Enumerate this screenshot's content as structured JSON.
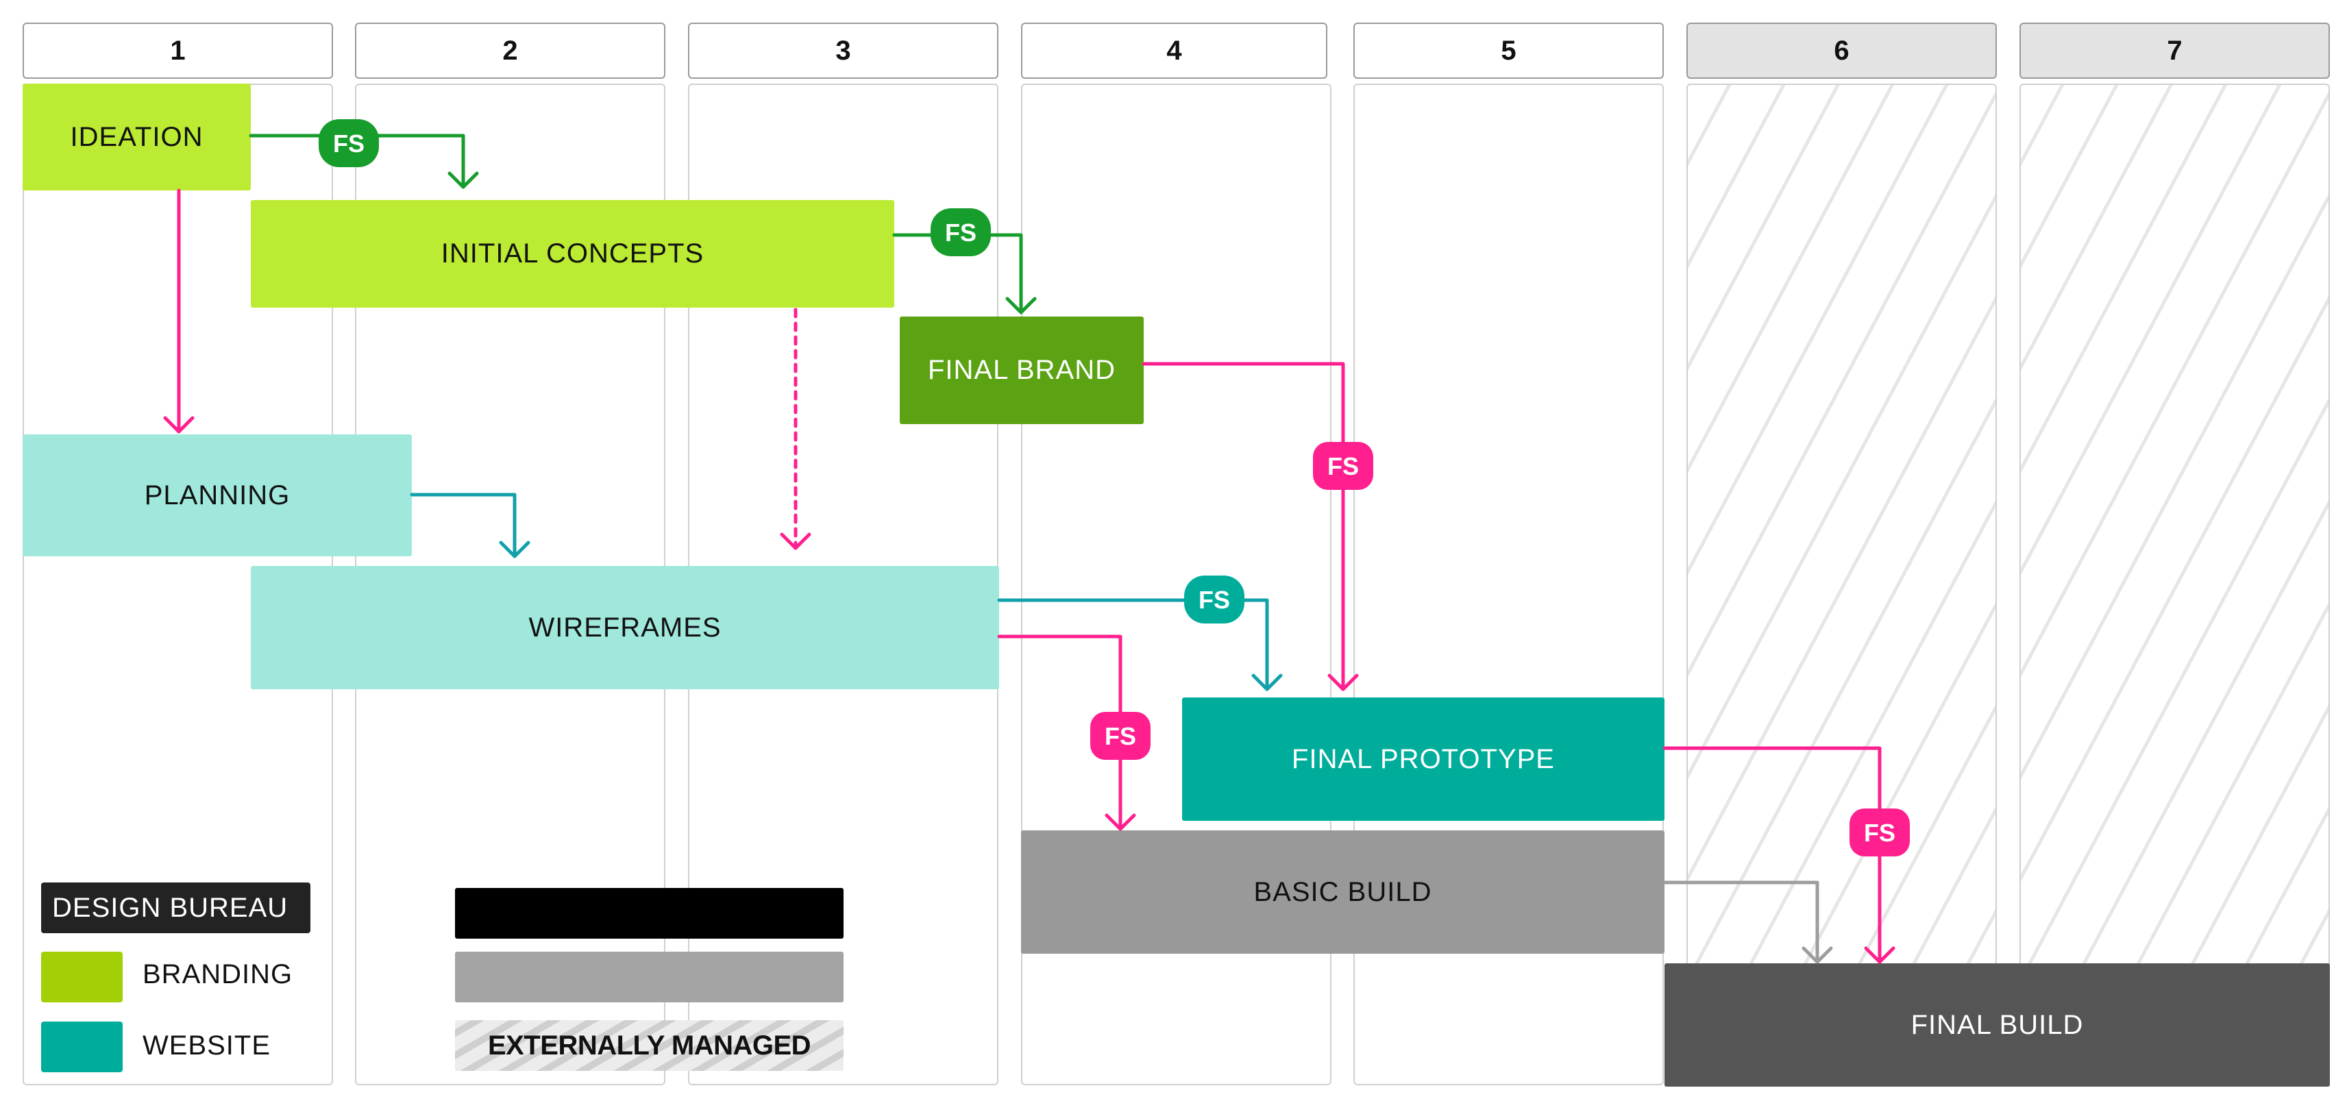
{
  "columns": [
    {
      "label": "1"
    },
    {
      "label": "2"
    },
    {
      "label": "3"
    },
    {
      "label": "4"
    },
    {
      "label": "5"
    },
    {
      "label": "6"
    },
    {
      "label": "7"
    }
  ],
  "tasks": {
    "ideation": "IDEATION",
    "initial_concepts": "INITIAL CONCEPTS",
    "final_brand": "FINAL BRAND",
    "planning": "PLANNING",
    "wireframes": "WIREFRAMES",
    "final_prototype": "FINAL PROTOTYPE",
    "basic_build": "BASIC BUILD",
    "final_build": "FINAL BUILD"
  },
  "dependency_badges": {
    "ideation_to_concepts": "FS",
    "concepts_to_brand": "FS",
    "brand_to_prototype": "FS",
    "wireframes_to_prototype": "FS",
    "wireframes_to_basic_build": "FS",
    "prototype_to_final_build": "FS"
  },
  "legend": {
    "design_bureau": "DESIGN BUREAU",
    "branding": "BRANDING",
    "website": "WEBSITE",
    "externally_managed": "EXTERNALLY MANAGED"
  },
  "colors": {
    "branding_light": "#bbeb33",
    "branding_dark": "#5ba313",
    "branding_swatch": "#a3cf05",
    "website_light": "#a1e8dc",
    "website_dark": "#00ad9a",
    "build_gray": "#999999",
    "final_build_gray": "#555555",
    "design_bureau_black": "#232323",
    "link_green": "#169d2c",
    "link_teal": "#12a0aa",
    "link_pink": "#ff1f8e",
    "link_gray": "#9d9d9d"
  }
}
